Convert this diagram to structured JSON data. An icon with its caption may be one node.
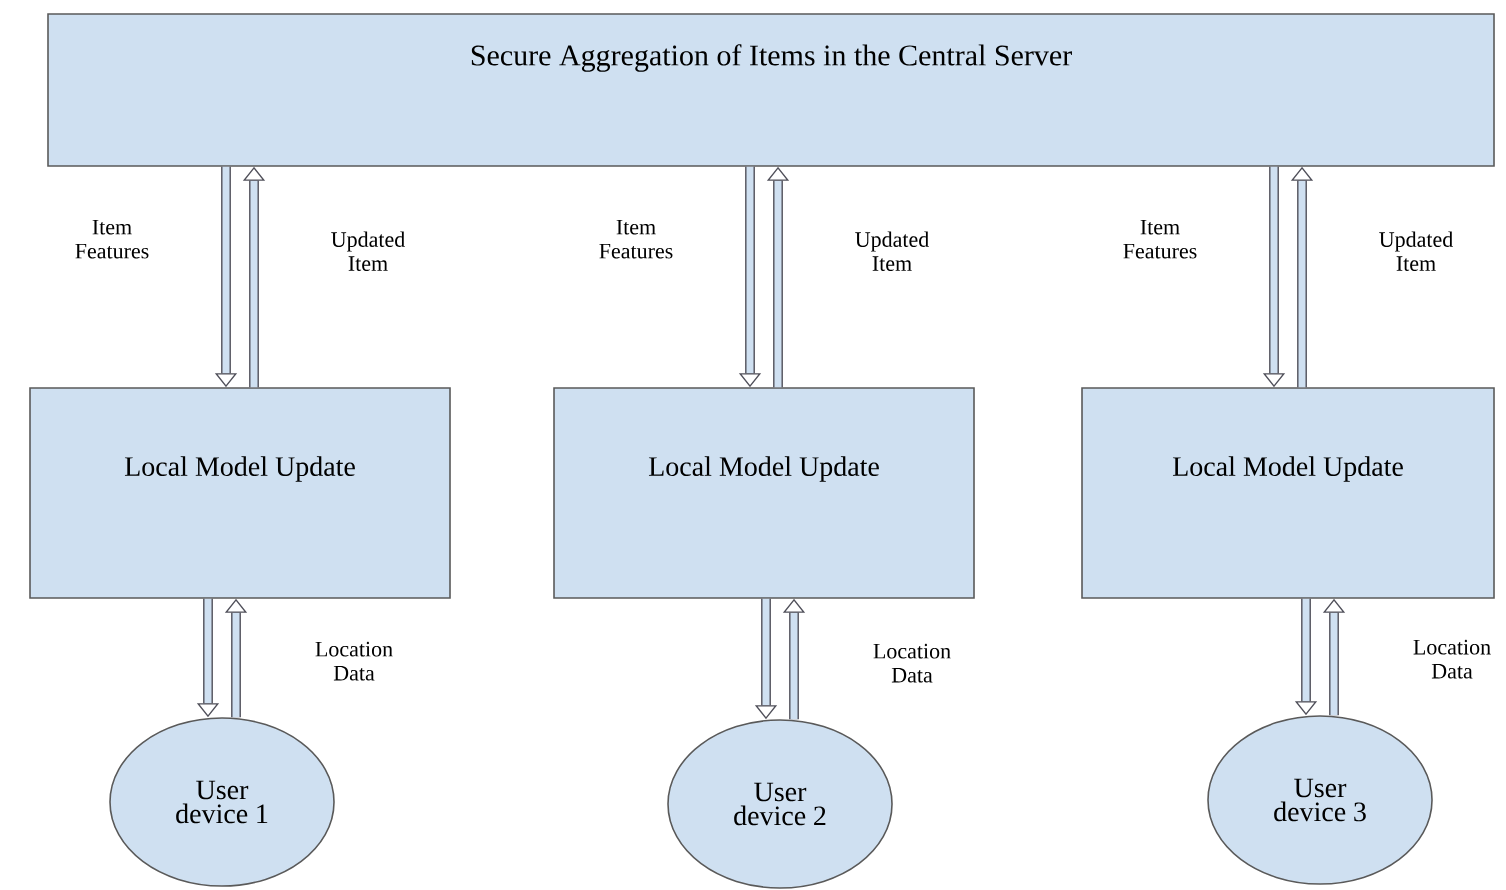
{
  "diagram": {
    "nodes": [
      {
        "text": [
          "Secure Aggregation of Items in the Central Server"
        ]
      },
      {
        "text": [
          "Local Model Update"
        ]
      },
      {
        "text": [
          "Local Model Update"
        ]
      },
      {
        "text": [
          "Local Model Update"
        ]
      },
      {
        "text": [
          "User device 1"
        ]
      },
      {
        "text": [
          "User device 2"
        ]
      },
      {
        "text": [
          "User device 3"
        ]
      }
    ],
    "edges": [
      {
        "from": 0,
        "to": 1,
        "arrow": "to",
        "label": "Item Features"
      },
      {
        "from": 1,
        "to": 0,
        "arrow": "to",
        "label": "Updated Item"
      },
      {
        "from": 0,
        "to": 2,
        "arrow": "to",
        "label": "Item Features"
      },
      {
        "from": 2,
        "to": 0,
        "arrow": "to",
        "label": "Updated Item"
      },
      {
        "from": 0,
        "to": 3,
        "arrow": "to",
        "label": "Item Features"
      },
      {
        "from": 3,
        "to": 0,
        "arrow": "to",
        "label": "Updated Item"
      },
      {
        "from": 1,
        "to": 4,
        "arrow": "to"
      },
      {
        "from": 4,
        "to": 1,
        "arrow": "to",
        "label": "Location Data"
      },
      {
        "from": 2,
        "to": 5,
        "arrow": "to"
      },
      {
        "from": 5,
        "to": 2,
        "arrow": "to",
        "label": "Location Data"
      },
      {
        "from": 3,
        "to": 6,
        "arrow": "to"
      },
      {
        "from": 6,
        "to": 3,
        "arrow": "to",
        "label": "Location Data"
      }
    ]
  }
}
